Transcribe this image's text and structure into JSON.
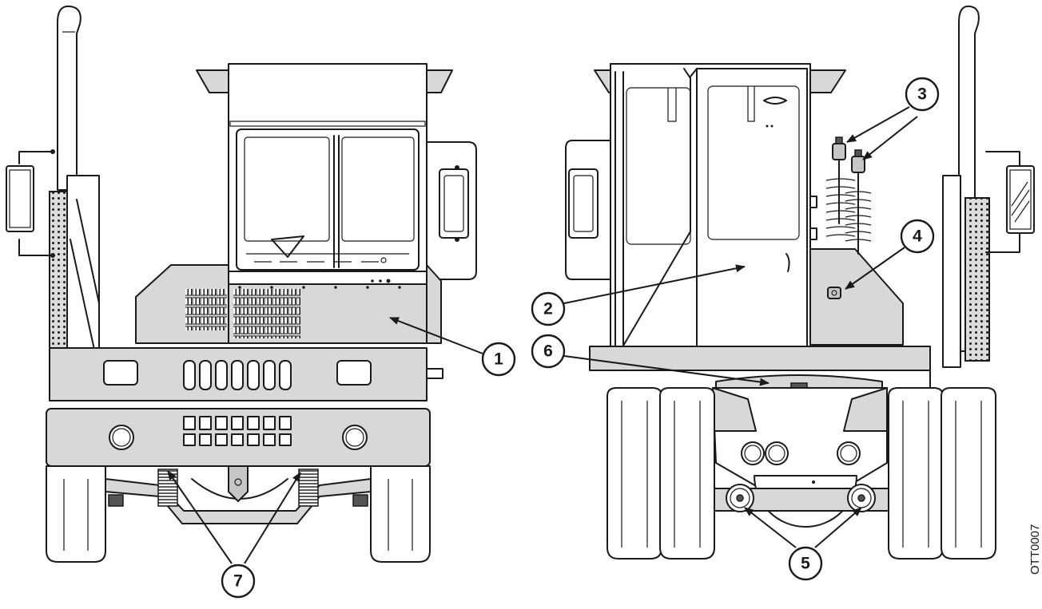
{
  "callouts": [
    {
      "id": "1",
      "label": "1"
    },
    {
      "id": "2",
      "label": "2"
    },
    {
      "id": "3",
      "label": "3"
    },
    {
      "id": "4",
      "label": "4"
    },
    {
      "id": "5",
      "label": "5"
    },
    {
      "id": "6",
      "label": "6"
    },
    {
      "id": "7",
      "label": "7"
    }
  ],
  "figure_code": "OTT0007",
  "colors": {
    "line": "#1a1a1a",
    "panel": "#d8d8d8",
    "background": "#ffffff"
  }
}
